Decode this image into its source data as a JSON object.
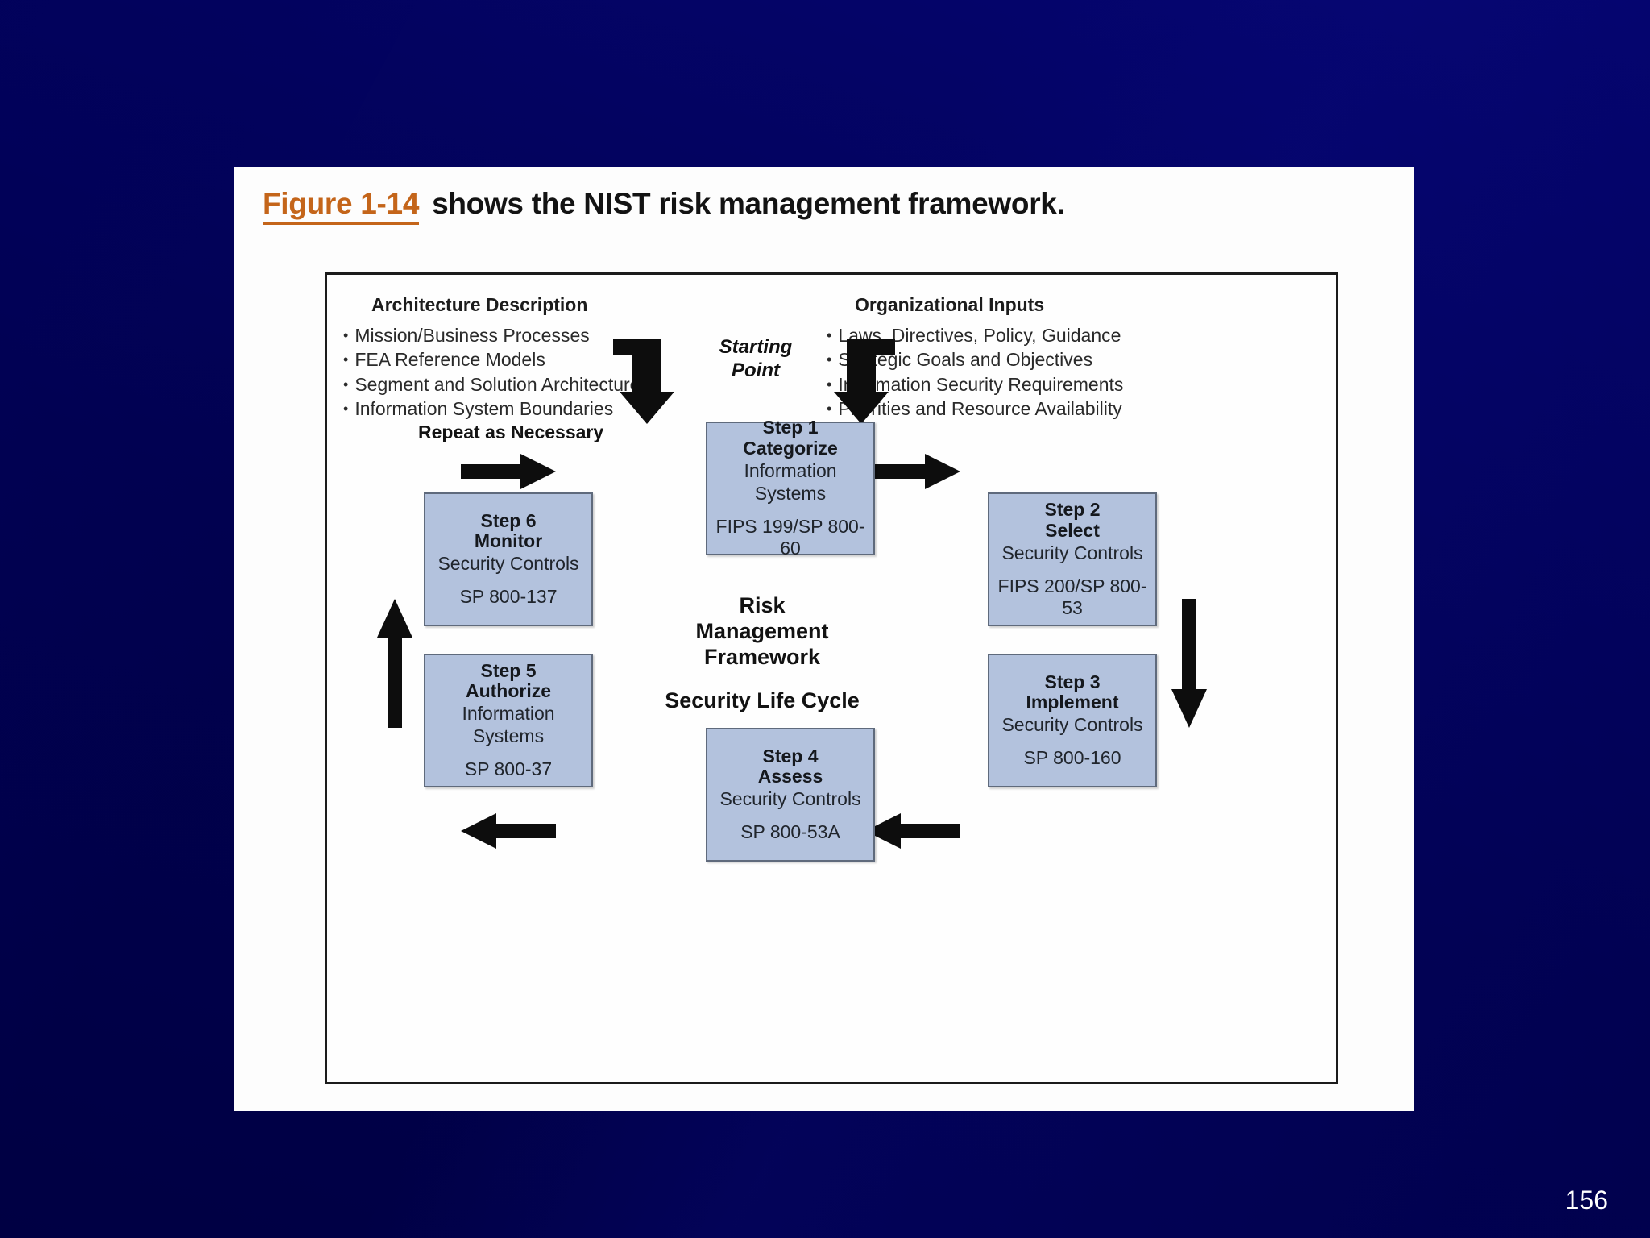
{
  "slide": {
    "page_number": "156",
    "heading_figure_ref": "Figure 1-14",
    "heading_rest": " shows the NIST risk management framework.",
    "background_color": "#02026b",
    "accent_color": "#c4651a",
    "box_fill_color": "#b3c2dd",
    "box_border_color": "#5f6a7c"
  },
  "diagram": {
    "architecture": {
      "title": "Architecture Description",
      "items": [
        "Mission/Business Processes",
        "FEA Reference Models",
        "Segment and Solution Architectures",
        "Information System Boundaries"
      ]
    },
    "organizational": {
      "title": "Organizational Inputs",
      "items": [
        "Laws, Directives, Policy, Guidance",
        "Strategic Goals and Objectives",
        "Information Security Requirements",
        "Priorities and Resource Availability"
      ]
    },
    "starting_point_line1": "Starting",
    "starting_point_line2": "Point",
    "repeat_label": "Repeat as Necessary",
    "center": {
      "line1": "Risk",
      "line2": "Management",
      "line3": "Framework",
      "subtitle": "Security Life Cycle"
    },
    "steps": [
      {
        "id": "step1",
        "number": "Step 1",
        "verb": "Categorize",
        "object": "Information Systems",
        "reference": "FIPS 199/SP 800-60"
      },
      {
        "id": "step2",
        "number": "Step 2",
        "verb": "Select",
        "object": "Security Controls",
        "reference": "FIPS 200/SP 800-53"
      },
      {
        "id": "step3",
        "number": "Step 3",
        "verb": "Implement",
        "object": "Security Controls",
        "reference": "SP 800-160"
      },
      {
        "id": "step4",
        "number": "Step 4",
        "verb": "Assess",
        "object": "Security Controls",
        "reference": "SP 800-53A"
      },
      {
        "id": "step5",
        "number": "Step 5",
        "verb": "Authorize",
        "object": "Information Systems",
        "reference": "SP 800-37"
      },
      {
        "id": "step6",
        "number": "Step 6",
        "verb": "Monitor",
        "object": "Security Controls",
        "reference": "SP 800-137"
      }
    ]
  }
}
